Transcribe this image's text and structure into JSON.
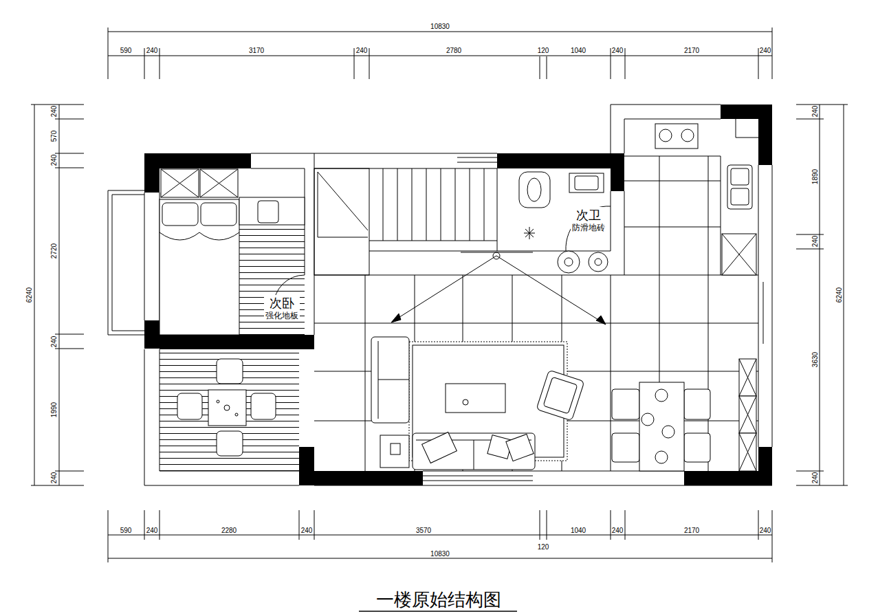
{
  "diagram": {
    "title": "一楼原始结构图",
    "nodes": [
      {
        "text": [
          "次卧",
          "强化地板"
        ]
      },
      {
        "text": [
          "次卫",
          "防滑地砖"
        ]
      }
    ],
    "labels": [
      "10830",
      "590",
      "240",
      "3170",
      "240",
      "2780",
      "120",
      "1040",
      "240",
      "2170",
      "240",
      "590",
      "240",
      "2280",
      "240",
      "3570",
      "1040",
      "240",
      "2170",
      "240",
      "120",
      "10830",
      "6240",
      "240",
      "570",
      "240",
      "2720",
      "240",
      "1990",
      "240",
      "6240",
      "240",
      "1890",
      "240",
      "3630",
      "240"
    ]
  }
}
